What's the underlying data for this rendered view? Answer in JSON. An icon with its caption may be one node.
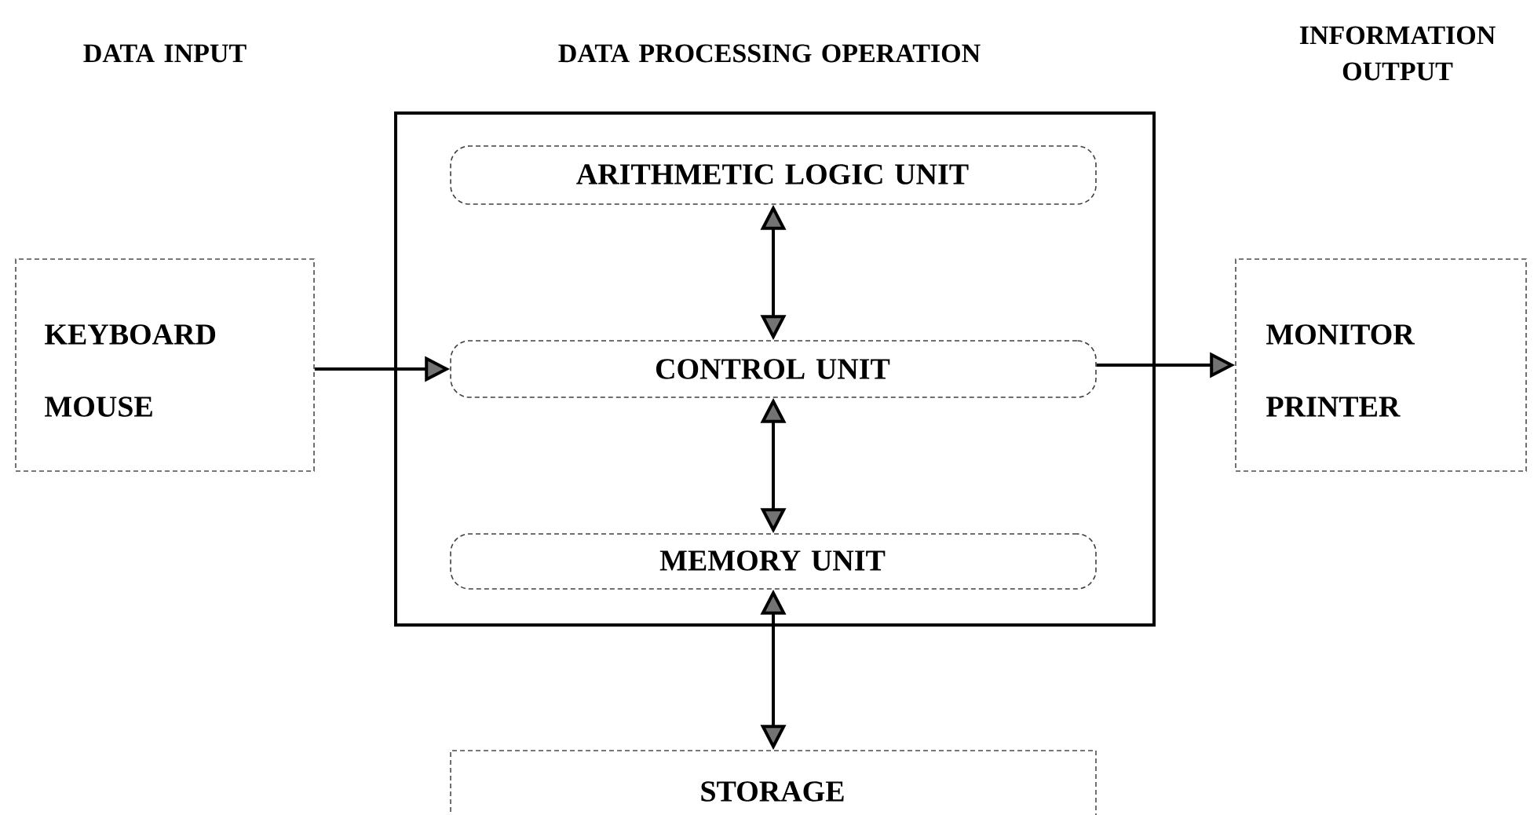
{
  "diagram": {
    "nodes": [
      {
        "text": [
          "KEYBOARD",
          "MOUSE"
        ]
      },
      {
        "text": [
          "DATA PROCESSING OPERATION"
        ]
      },
      {
        "text": [
          "ARITHMETIC LOGIC UNIT"
        ],
        "in": 1
      },
      {
        "text": [
          "CONTROL UNIT"
        ],
        "in": 1
      },
      {
        "text": [
          "MEMORY UNIT"
        ],
        "in": 1
      },
      {
        "text": [
          "MONITOR",
          "PRINTER"
        ]
      },
      {
        "text": [
          "STORAGE"
        ]
      }
    ],
    "edges": [
      {
        "from": 0,
        "to": 3,
        "arrow": "to"
      },
      {
        "from": 3,
        "to": 5,
        "arrow": "to"
      },
      {
        "from": 2,
        "to": 3,
        "arrow": "both"
      },
      {
        "from": 3,
        "to": 4,
        "arrow": "both"
      },
      {
        "from": 4,
        "to": 6,
        "arrow": "both"
      }
    ],
    "labels": [
      "DATA INPUT",
      "INFORMATION OUTPUT"
    ]
  }
}
